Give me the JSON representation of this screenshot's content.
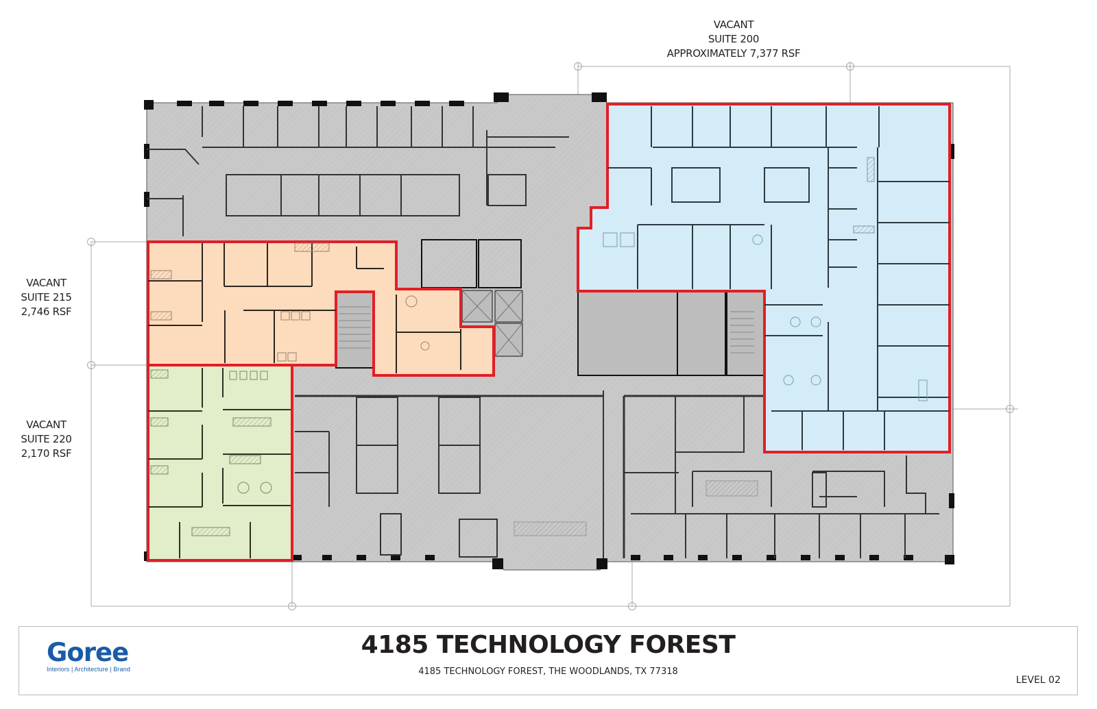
{
  "suites": [
    {
      "id": "suite-200",
      "status": "VACANT",
      "name": "SUITE 200",
      "area": "APPROXIMATELY 7,377 RSF",
      "color": "#d4ecf7"
    },
    {
      "id": "suite-215",
      "status": "VACANT",
      "name": "SUITE 215",
      "area": "2,746 RSF",
      "color": "#fddcbd"
    },
    {
      "id": "suite-220",
      "status": "VACANT",
      "name": "SUITE 220",
      "area": "2,170 RSF",
      "color": "#e2edc9"
    }
  ],
  "colors": {
    "highlight_outline": "#e21e26",
    "occupied_fill": "#c8c8c8",
    "core_fill": "#bdbdbd",
    "wall": "#1a1a1a",
    "dimension_line": "#a8a8a8",
    "brand_blue": "#1a5ba8"
  },
  "title_block": {
    "logo": {
      "word": "Goree",
      "tagline": "Interiors | Architecture | Brand"
    },
    "title": "4185 TECHNOLOGY FOREST",
    "address": "4185 TECHNOLOGY FOREST, THE WOODLANDS, TX 77318",
    "level": "LEVEL 02"
  }
}
